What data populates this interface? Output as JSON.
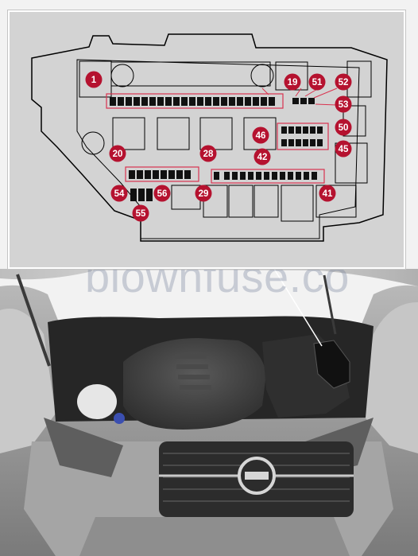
{
  "diagram": {
    "callouts": [
      {
        "id": "callout-1",
        "number": "1"
      },
      {
        "id": "callout-19",
        "number": "19"
      },
      {
        "id": "callout-51",
        "number": "51"
      },
      {
        "id": "callout-52",
        "number": "52"
      },
      {
        "id": "callout-53",
        "number": "53"
      },
      {
        "id": "callout-50",
        "number": "50"
      },
      {
        "id": "callout-46",
        "number": "46"
      },
      {
        "id": "callout-42",
        "number": "42"
      },
      {
        "id": "callout-45",
        "number": "45"
      },
      {
        "id": "callout-20",
        "number": "20"
      },
      {
        "id": "callout-28",
        "number": "28"
      },
      {
        "id": "callout-54",
        "number": "54"
      },
      {
        "id": "callout-56",
        "number": "56"
      },
      {
        "id": "callout-55",
        "number": "55"
      },
      {
        "id": "callout-29",
        "number": "29"
      },
      {
        "id": "callout-41",
        "number": "41"
      }
    ],
    "callout_color": "#b5122f",
    "highlight_color": "#d9334f"
  },
  "watermark": "blownfuse.co",
  "car": {
    "badge_icon": "volvo-logo-icon",
    "body_color": "#9a9a9a"
  }
}
